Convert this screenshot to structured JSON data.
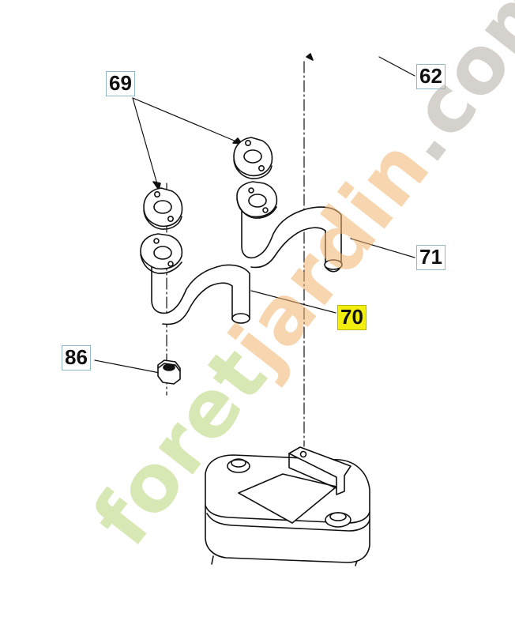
{
  "callouts": {
    "c62": "62",
    "c69": "69",
    "c71": "71",
    "c70": "70",
    "c86": "86"
  },
  "highlight_color": "#f2ee10",
  "watermark": {
    "part1": "foret",
    "part2": "jardin",
    "part3": ".com",
    "colors": [
      "#b9d77a",
      "#f1b36e",
      "#b3aea5"
    ]
  }
}
